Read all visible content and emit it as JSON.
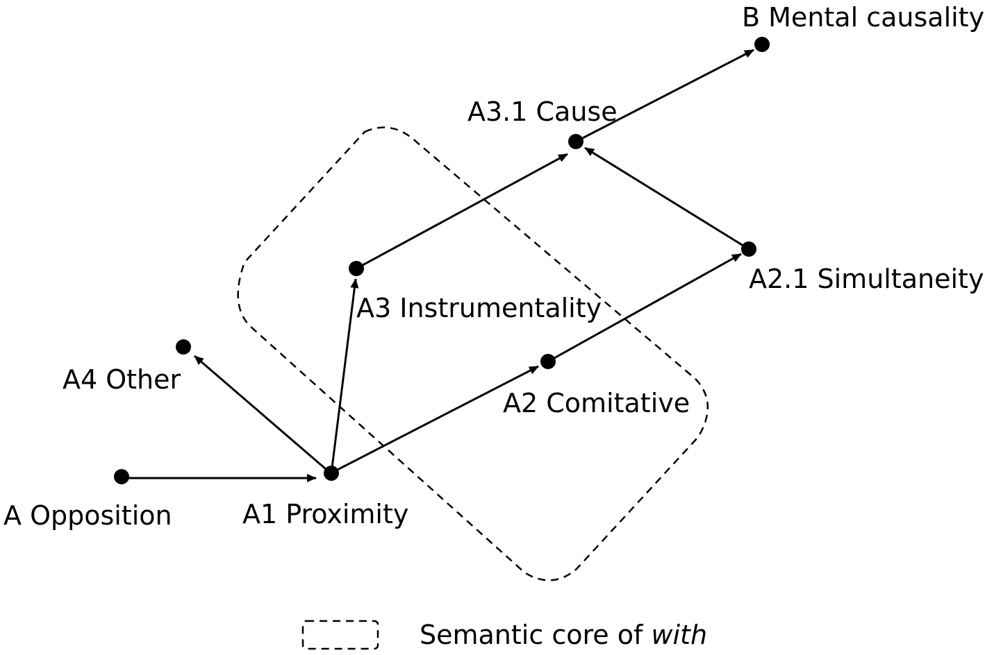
{
  "nodes": {
    "a_opposition": "A Opposition",
    "a1_proximity": "A1 Proximity",
    "a2_comitative": "A2 Comitative",
    "a3_instrumentality": "A3 Instrumentality",
    "a4_other": "A4 Other",
    "a2_1_simultaneity": "A2.1 Simultaneity",
    "a3_1_cause": "A3.1 Cause",
    "b_mental_causality": "B Mental causality"
  },
  "edges": [
    {
      "from": "a_opposition",
      "to": "a1_proximity"
    },
    {
      "from": "a1_proximity",
      "to": "a4_other"
    },
    {
      "from": "a1_proximity",
      "to": "a3_instrumentality"
    },
    {
      "from": "a1_proximity",
      "to": "a2_comitative"
    },
    {
      "from": "a2_comitative",
      "to": "a2_1_simultaneity"
    },
    {
      "from": "a3_instrumentality",
      "to": "a3_1_cause"
    },
    {
      "from": "a2_1_simultaneity",
      "to": "a3_1_cause"
    },
    {
      "from": "a3_1_cause",
      "to": "b_mental_causality"
    }
  ],
  "legend": {
    "text": "Semantic core of ",
    "text_italic": "with"
  },
  "colors": {
    "ink": "#000000",
    "background": "#ffffff"
  }
}
